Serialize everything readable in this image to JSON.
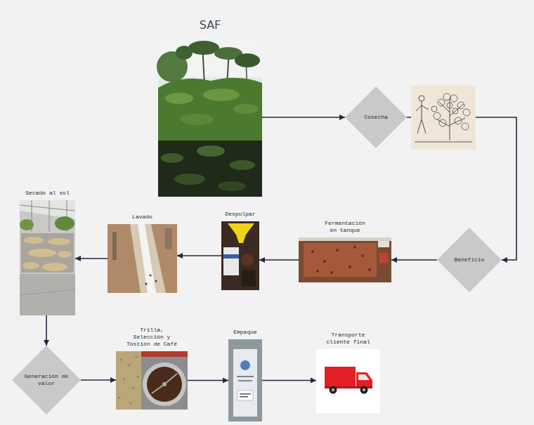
{
  "diagram": {
    "nodes": [
      {
        "text": [
          "SAF"
        ]
      },
      {
        "text": [
          "Cosecha"
        ]
      },
      {
        "text": [
          "Beneficio"
        ]
      },
      {
        "text": [
          "Fermentación en tanque"
        ]
      },
      {
        "text": [
          "Despulpar"
        ]
      },
      {
        "text": [
          "Lavado"
        ]
      },
      {
        "text": [
          "Secado al sol"
        ]
      },
      {
        "text": [
          "Generación de valor"
        ]
      },
      {
        "text": [
          "Trilla, Selección y Tostión de Café"
        ]
      },
      {
        "text": [
          "Empaque"
        ]
      },
      {
        "text": [
          "Transporte cliente final"
        ]
      }
    ],
    "edges": [
      {
        "from": 0,
        "to": 1,
        "arrow": "to"
      },
      {
        "from": 1,
        "to": 2,
        "arrow": "to"
      },
      {
        "from": 2,
        "to": 3,
        "arrow": "to"
      },
      {
        "from": 3,
        "to": 4,
        "arrow": "to"
      },
      {
        "from": 4,
        "to": 5,
        "arrow": "to"
      },
      {
        "from": 5,
        "to": 6,
        "arrow": "to"
      },
      {
        "from": 6,
        "to": 7,
        "arrow": "to"
      },
      {
        "from": 7,
        "to": 8,
        "arrow": "to"
      },
      {
        "from": 8,
        "to": 9,
        "arrow": "to"
      },
      {
        "from": 9,
        "to": 10,
        "arrow": "to"
      }
    ]
  }
}
